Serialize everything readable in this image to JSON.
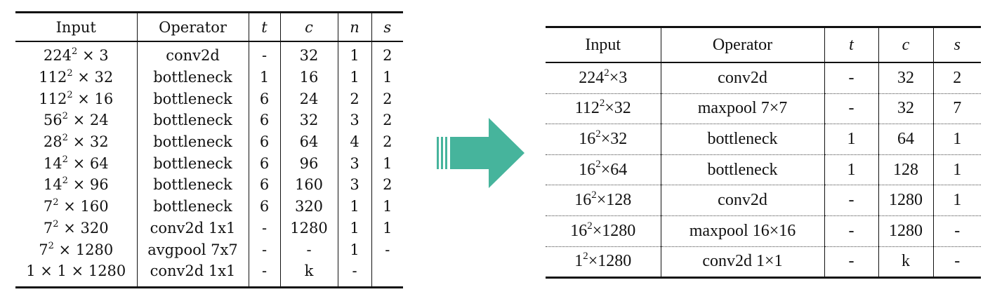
{
  "arrow": {
    "color": "#46b49c"
  },
  "left_table": {
    "headers": {
      "input": "Input",
      "operator": "Operator",
      "t": "t",
      "c": "c",
      "n": "n",
      "s": "s"
    },
    "rows": [
      {
        "input_base": "224",
        "input_exp": "2",
        "input_rest": " × 3",
        "operator": "conv2d",
        "t": "-",
        "c": "32",
        "n": "1",
        "s": "2"
      },
      {
        "input_base": "112",
        "input_exp": "2",
        "input_rest": " × 32",
        "operator": "bottleneck",
        "t": "1",
        "c": "16",
        "n": "1",
        "s": "1"
      },
      {
        "input_base": "112",
        "input_exp": "2",
        "input_rest": " × 16",
        "operator": "bottleneck",
        "t": "6",
        "c": "24",
        "n": "2",
        "s": "2"
      },
      {
        "input_base": "56",
        "input_exp": "2",
        "input_rest": " × 24",
        "operator": "bottleneck",
        "t": "6",
        "c": "32",
        "n": "3",
        "s": "2"
      },
      {
        "input_base": "28",
        "input_exp": "2",
        "input_rest": " × 32",
        "operator": "bottleneck",
        "t": "6",
        "c": "64",
        "n": "4",
        "s": "2"
      },
      {
        "input_base": "14",
        "input_exp": "2",
        "input_rest": " × 64",
        "operator": "bottleneck",
        "t": "6",
        "c": "96",
        "n": "3",
        "s": "1"
      },
      {
        "input_base": "14",
        "input_exp": "2",
        "input_rest": " × 96",
        "operator": "bottleneck",
        "t": "6",
        "c": "160",
        "n": "3",
        "s": "2"
      },
      {
        "input_base": "7",
        "input_exp": "2",
        "input_rest": " × 160",
        "operator": "bottleneck",
        "t": "6",
        "c": "320",
        "n": "1",
        "s": "1"
      },
      {
        "input_base": "7",
        "input_exp": "2",
        "input_rest": " × 320",
        "operator": "conv2d 1x1",
        "t": "-",
        "c": "1280",
        "n": "1",
        "s": "1"
      },
      {
        "input_base": "7",
        "input_exp": "2",
        "input_rest": " × 1280",
        "operator": "avgpool 7x7",
        "t": "-",
        "c": "-",
        "n": "1",
        "s": "-"
      },
      {
        "input_base": "1 × 1 × 1280",
        "input_exp": "",
        "input_rest": "",
        "operator": "conv2d 1x1",
        "t": "-",
        "c": "k",
        "n": "-",
        "s": ""
      }
    ]
  },
  "right_table": {
    "headers": {
      "input": "Input",
      "operator": "Operator",
      "t": "t",
      "c": "c",
      "s": "s"
    },
    "rows": [
      {
        "input_base": "224",
        "input_exp": "2",
        "input_rest": "×3",
        "operator": "conv2d",
        "t": "-",
        "c": "32",
        "s": "2"
      },
      {
        "input_base": "112",
        "input_exp": "2",
        "input_rest": "×32",
        "operator": "maxpool 7×7",
        "t": "-",
        "c": "32",
        "s": "7"
      },
      {
        "input_base": "16",
        "input_exp": "2",
        "input_rest": "×32",
        "operator": "bottleneck",
        "t": "1",
        "c": "64",
        "s": "1"
      },
      {
        "input_base": "16",
        "input_exp": "2",
        "input_rest": "×64",
        "operator": "bottleneck",
        "t": "1",
        "c": "128",
        "s": "1"
      },
      {
        "input_base": "16",
        "input_exp": "2",
        "input_rest": "×128",
        "operator": "conv2d",
        "t": "-",
        "c": "1280",
        "s": "1"
      },
      {
        "input_base": "16",
        "input_exp": "2",
        "input_rest": "×1280",
        "operator": "maxpool 16×16",
        "t": "-",
        "c": "1280",
        "s": "-"
      },
      {
        "input_base": "1",
        "input_exp": "2",
        "input_rest": "×1280",
        "operator": "conv2d 1×1",
        "t": "-",
        "c": "k",
        "s": "-"
      }
    ]
  }
}
